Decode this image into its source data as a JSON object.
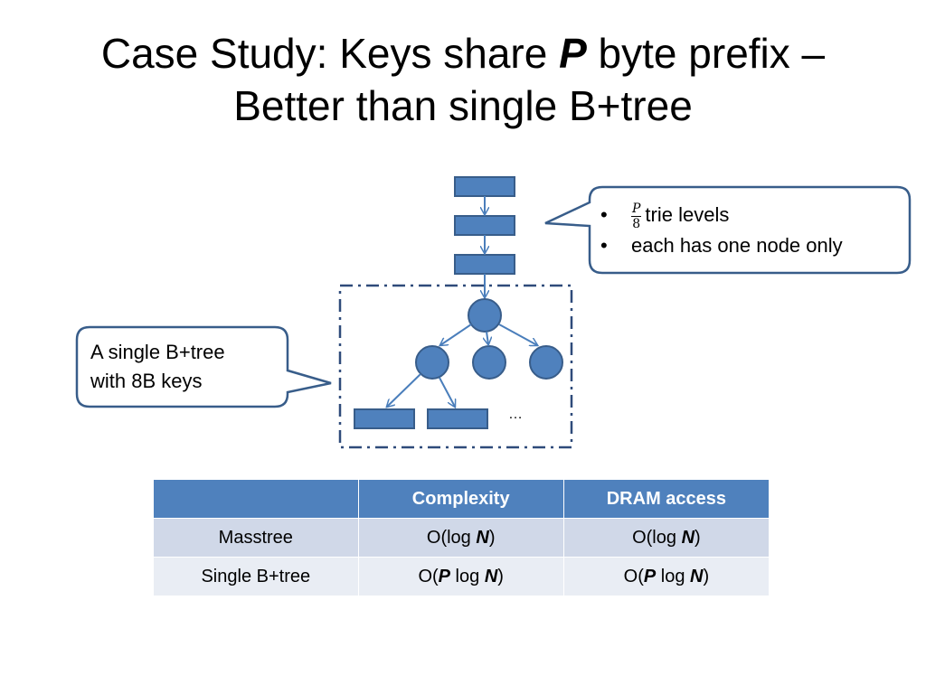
{
  "title": {
    "line1_pre": "Case Study: Keys share ",
    "line1_var": "P",
    "line1_post": " byte prefix –",
    "line2": "Better than single B+tree"
  },
  "callout_right": {
    "frac_num": "P",
    "frac_den": "8",
    "item1_text": "trie levels",
    "item2_text": "each has one node only"
  },
  "callout_left": {
    "line1": "A single B+tree",
    "line2": "with 8B keys"
  },
  "diagram": {
    "ellipsis": "…"
  },
  "table": {
    "headers": [
      "",
      "Complexity",
      "DRAM access"
    ],
    "rows": [
      {
        "name": "Masstree",
        "c_pre": "O(log ",
        "c_var": "N",
        "c_post": ")",
        "d_pre": "O(log ",
        "d_var": "N",
        "d_post": ")"
      },
      {
        "name": "Single B+tree",
        "c_pre": "O(",
        "c_var1": "P",
        "c_mid": " log ",
        "c_var2": "N",
        "c_post": ")",
        "d_pre": "O(",
        "d_var1": "P",
        "d_mid": " log ",
        "d_var2": "N",
        "d_post": ")"
      }
    ]
  },
  "colors": {
    "node_fill": "#4f81bd",
    "node_stroke": "#385d8a",
    "callout_stroke": "#385d8a",
    "table_header": "#4f81bd",
    "table_row_1": "#d0d8e8",
    "table_row_2": "#e9edf4"
  }
}
